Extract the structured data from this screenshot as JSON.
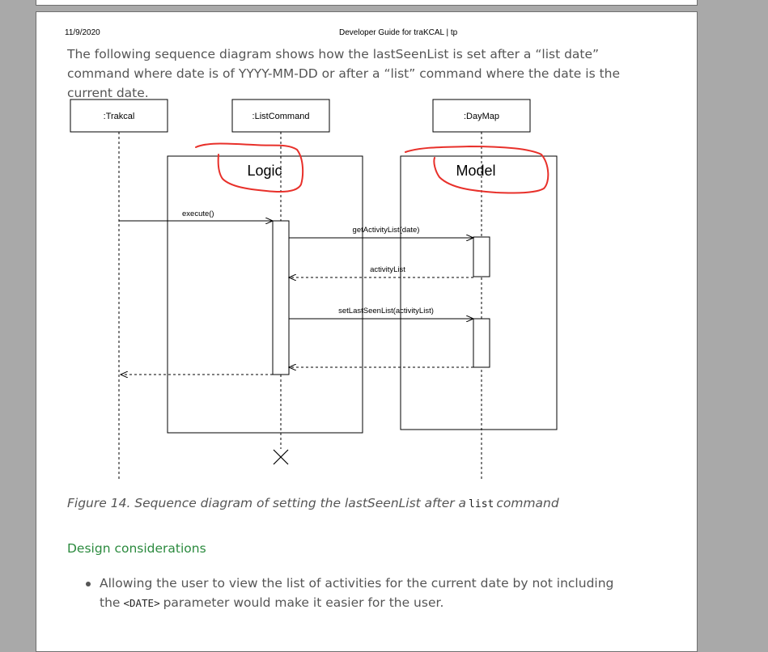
{
  "header": {
    "date": "11/9/2020",
    "title": "Developer Guide for traKCAL | tp"
  },
  "intro_text": "The following sequence diagram shows how the lastSeenList is set after a “list date” command where date is of YYYY-MM-DD or after a “list” command where the date is the current date.",
  "diagram": {
    "participants": {
      "trakcal": ":Trakcal",
      "list_command": ":ListCommand",
      "day_map": ":DayMap"
    },
    "frames": {
      "logic": "Logic",
      "model": "Model"
    },
    "messages": {
      "execute": "execute()",
      "get_activity_list": "getActivityList(date)",
      "activity_list_return": "activityList",
      "set_last_seen_list": "setLastSeenList(activityList)"
    },
    "annotation_color": "#e8302a"
  },
  "caption": {
    "prefix": "Figure 14. Sequence diagram of setting the lastSeenList after a",
    "code": "list",
    "suffix": "command"
  },
  "section_title": "Design considerations",
  "bullets": [
    {
      "before": "Allowing the user to view the list of activities for the current date by not including the",
      "code": "<DATE>",
      "after": "parameter would make it easier for the user."
    }
  ]
}
